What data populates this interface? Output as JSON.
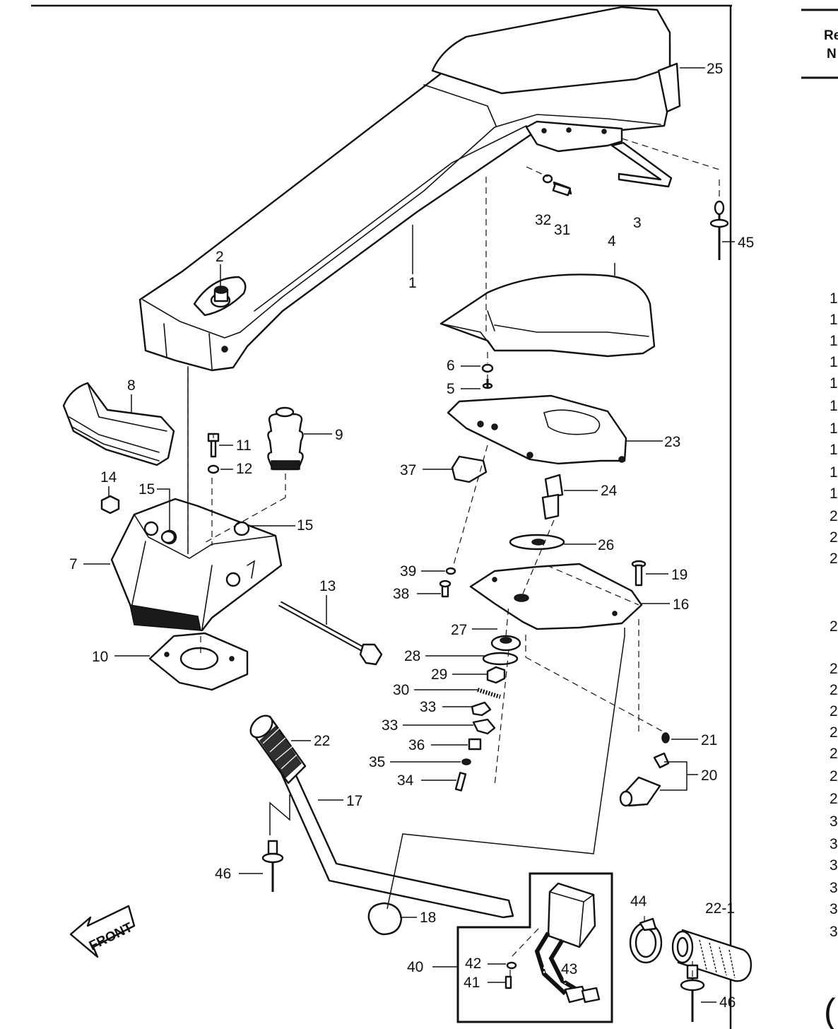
{
  "labels": {
    "p1": "1",
    "p2": "2",
    "p3": "3",
    "p4": "4",
    "p5": "5",
    "p6": "6",
    "p7": "7",
    "p8": "8",
    "p9": "9",
    "p10": "10",
    "p11": "11",
    "p12": "12",
    "p13": "13",
    "p14": "14",
    "p15a": "15",
    "p15b": "15",
    "p16": "16",
    "p17": "17",
    "p18": "18",
    "p19": "19",
    "p20": "20",
    "p21": "21",
    "p22": "22",
    "p22_1": "22-1",
    "p23": "23",
    "p24": "24",
    "p25": "25",
    "p26": "26",
    "p27": "27",
    "p28": "28",
    "p29": "29",
    "p30": "30",
    "p31": "31",
    "p32": "32",
    "p33a": "33",
    "p33b": "33",
    "p34": "34",
    "p35": "35",
    "p36": "36",
    "p37": "37",
    "p38": "38",
    "p39": "39",
    "p40": "40",
    "p41": "41",
    "p42": "42",
    "p43": "43",
    "p44": "44",
    "p45": "45",
    "p46a": "46",
    "p46b": "46"
  },
  "front_arrow": "FRONT",
  "right_edge": {
    "header_line1": "Re",
    "header_line2": "N",
    "col_digits": [
      "1",
      "1",
      "1",
      "1",
      "1",
      "1",
      "1",
      "1",
      "1",
      "1",
      "2",
      "2",
      "2",
      "2",
      "2",
      "2",
      "2",
      "2",
      "2",
      "2",
      "2",
      "3",
      "3",
      "3",
      "3",
      "3",
      "3"
    ],
    "bracket": "("
  }
}
